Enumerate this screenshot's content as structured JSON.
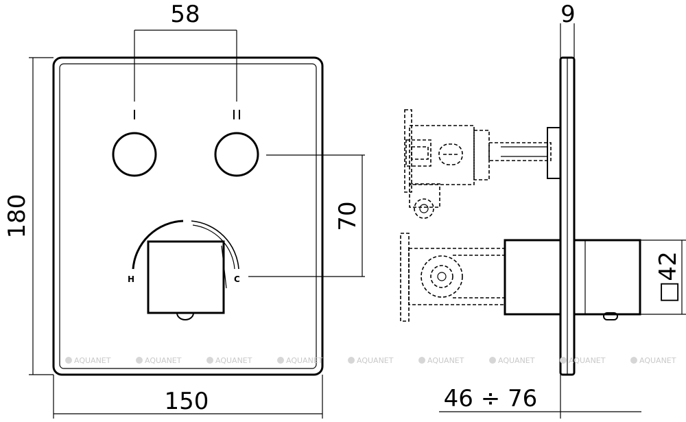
{
  "dimensions": {
    "plate_width": "150",
    "plate_height": "180",
    "knob_spacing": "58",
    "vertical_offset": "70",
    "plate_thickness": "9",
    "install_depth": "46 ÷ 76",
    "handle_size": "□42"
  },
  "knob_labels": {
    "first": "I",
    "second": "II"
  },
  "mixer_labels": {
    "hot": "H",
    "cold": "C"
  },
  "watermark": {
    "text": "AQUANET",
    "count": 9
  }
}
